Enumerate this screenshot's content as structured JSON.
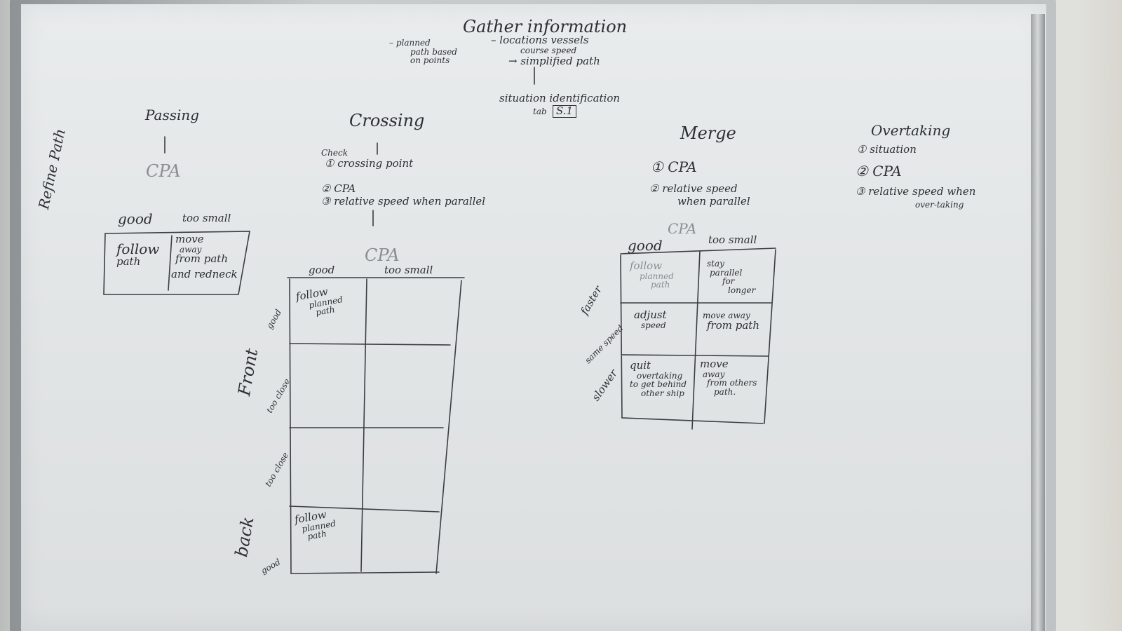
{
  "header": {
    "title": "Gather information",
    "left_note": [
      "– planned",
      "path based",
      "on points"
    ],
    "right_note": [
      "– locations vessels",
      "course  speed"
    ],
    "simplified": "→ simplified path",
    "situation": "situation identification",
    "tab_prefix": "tab",
    "tab_box": "S.1"
  },
  "side_note": "Refine Path",
  "passing": {
    "title": "Passing",
    "metric": "CPA",
    "col_good": "good",
    "col_small": "too small",
    "cell_left": [
      "follow",
      "path"
    ],
    "cell_right": [
      "move",
      "away",
      "from path",
      "and redneck"
    ]
  },
  "crossing": {
    "title": "Crossing",
    "check": "Check",
    "items": [
      "① crossing point",
      "② CPA",
      "③ relative speed when parallel"
    ],
    "table_title": "CPA",
    "col_good": "good",
    "col_small": "too small",
    "row_labels": [
      "good",
      "too close",
      "too close",
      "good"
    ],
    "group_front": "Front",
    "group_back": "back",
    "top_cell": [
      "follow",
      "planned",
      "path"
    ],
    "bottom_cell": [
      "follow",
      "planned",
      "path"
    ]
  },
  "merge": {
    "title": "Merge",
    "items": [
      "① CPA",
      "② relative speed",
      "when parallel"
    ],
    "table_title": "CPA",
    "col_good": "good",
    "col_small": "too small",
    "row_labels": [
      "faster",
      "same speed",
      "slower"
    ],
    "cells": [
      [
        [
          "follow",
          "planned",
          "path"
        ],
        [
          "stay",
          "parallel",
          "for",
          "longer"
        ]
      ],
      [
        [
          "adjust",
          "speed"
        ],
        [
          "move away",
          "from path"
        ]
      ],
      [
        [
          "quit",
          "overtaking",
          "to get behind",
          "other ship"
        ],
        [
          "move",
          "away",
          "from others",
          "path."
        ]
      ]
    ]
  },
  "overtaking": {
    "title": "Overtaking",
    "items": [
      "① situation",
      "② CPA",
      "③ relative speed when",
      "over-taking"
    ]
  }
}
